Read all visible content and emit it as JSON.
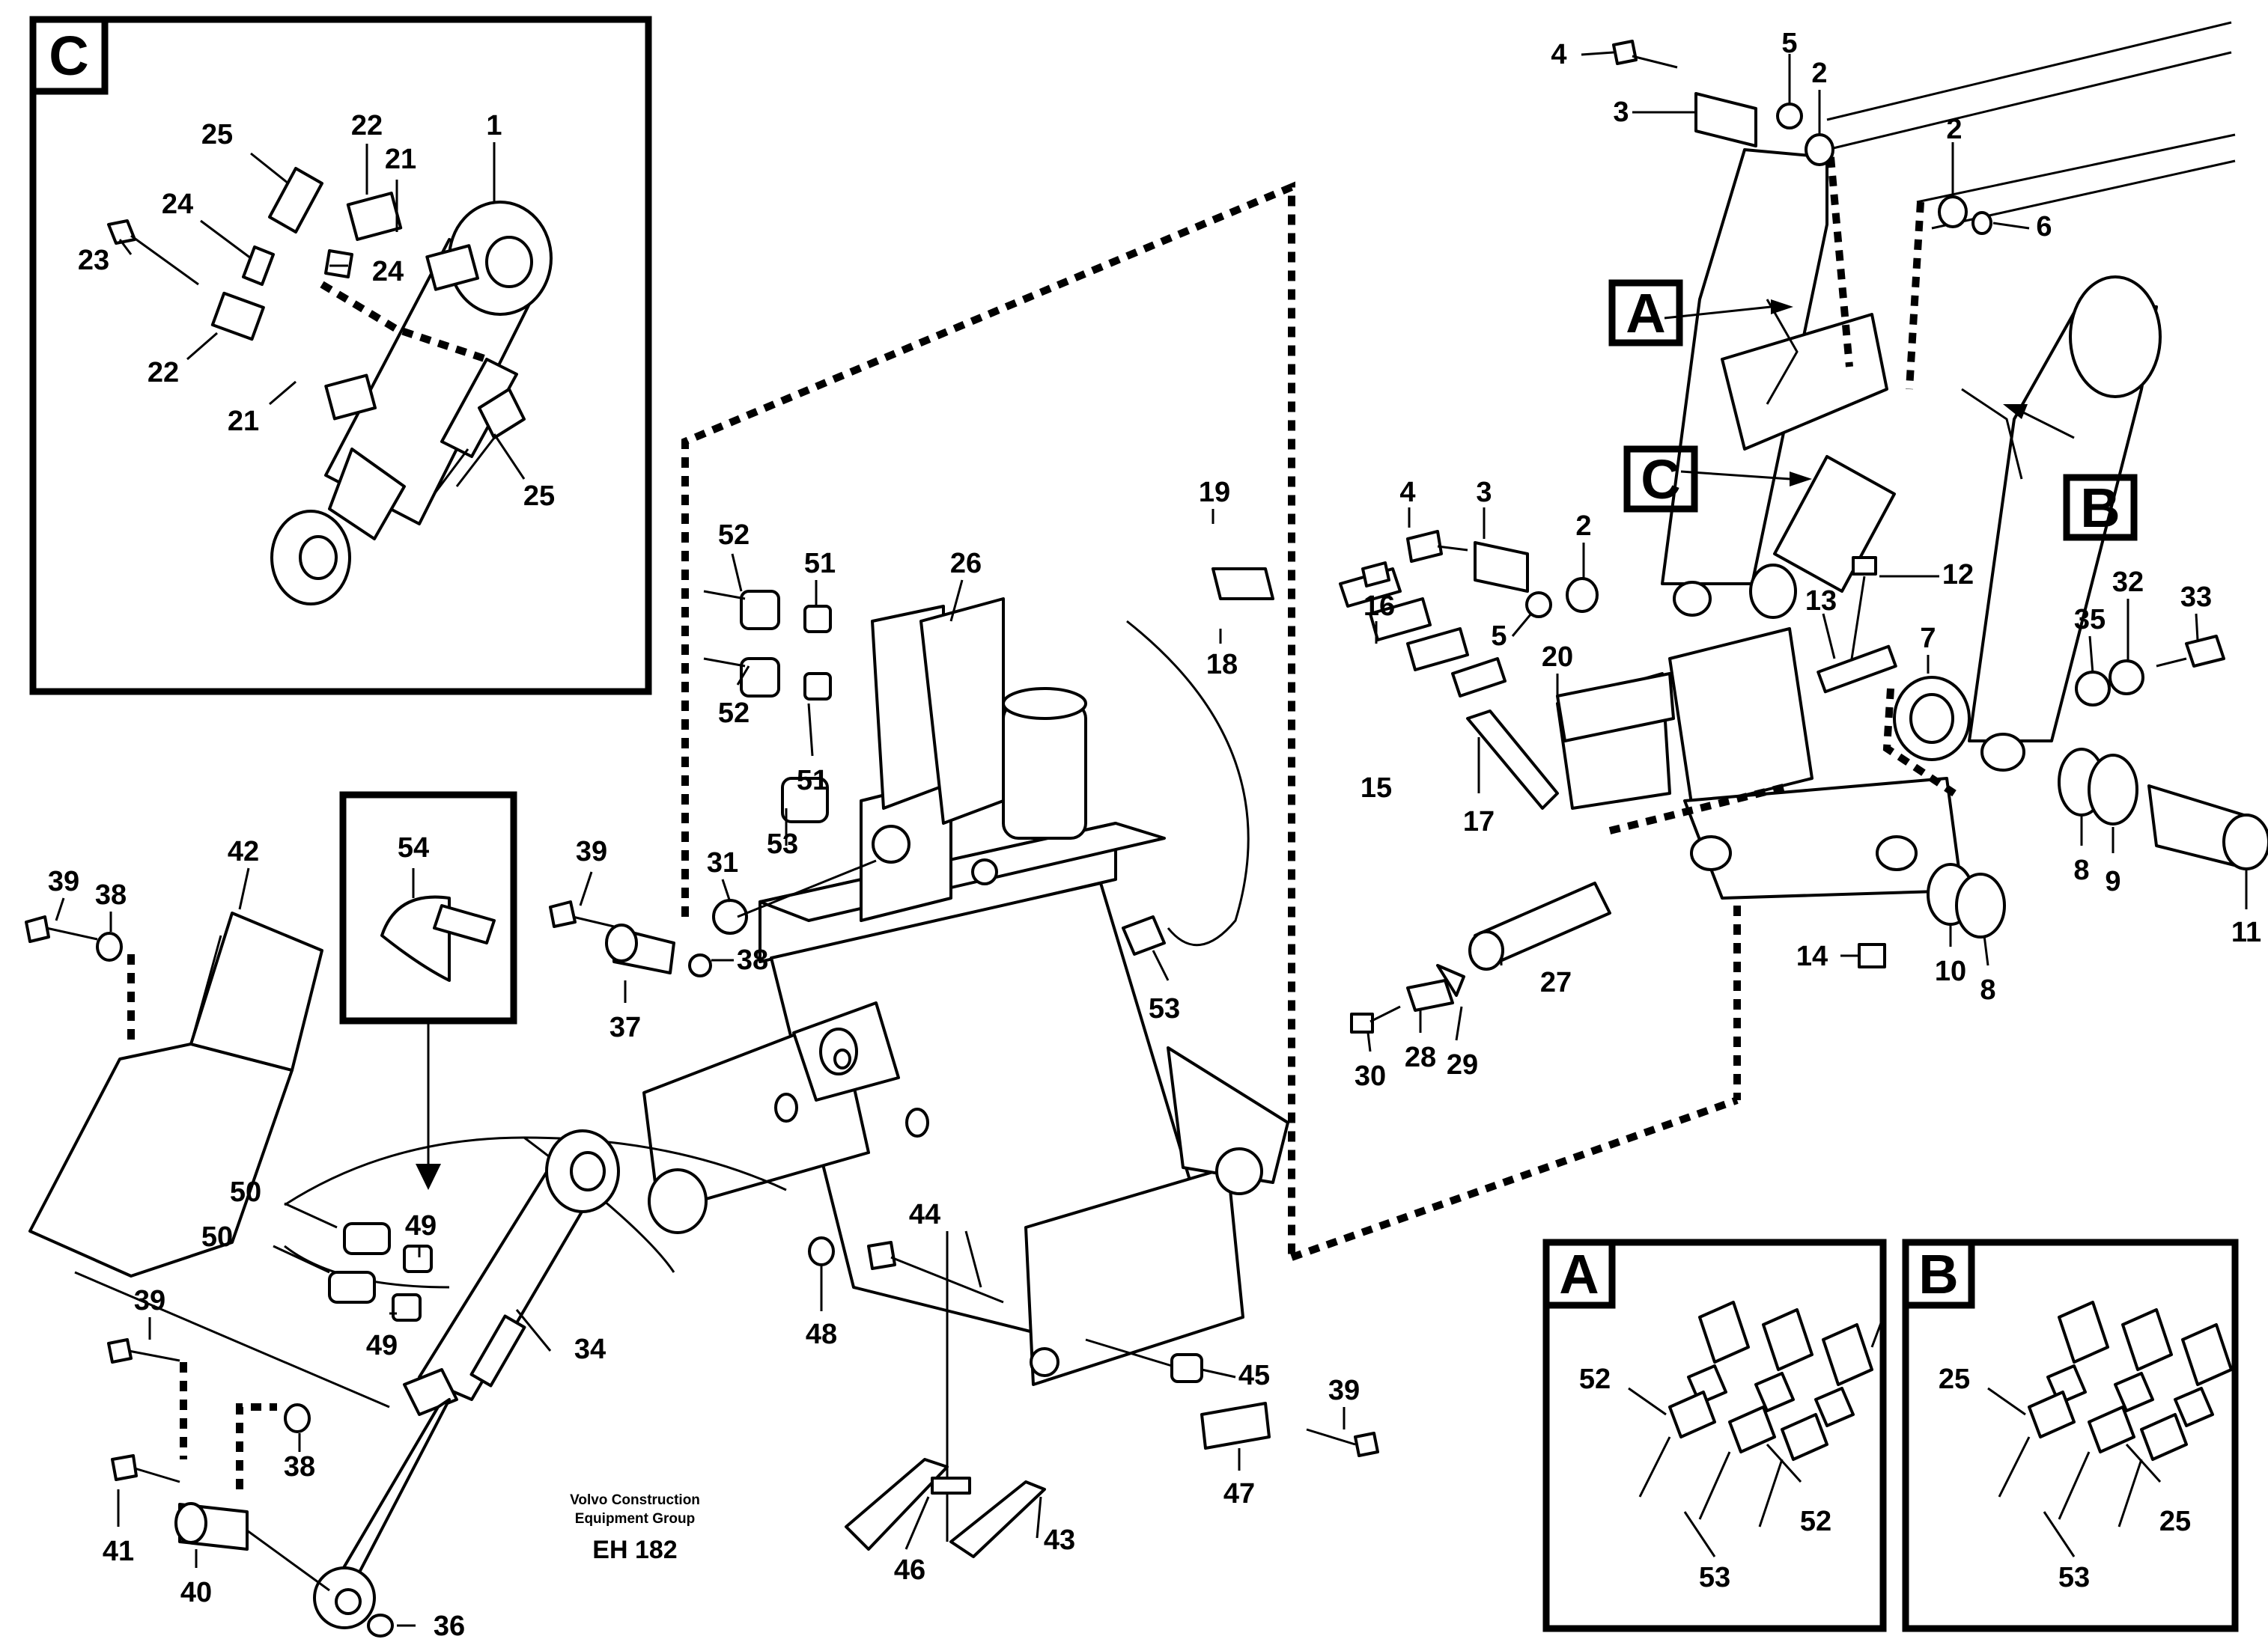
{
  "insets": {
    "C": "C",
    "A": "A",
    "B": "B"
  },
  "view_markers": {
    "A": "A",
    "B": "B",
    "C": "C"
  },
  "callouts": [
    {
      "id": "c-inset-1",
      "text": "1"
    },
    {
      "id": "c-inset-25a",
      "text": "25"
    },
    {
      "id": "c-inset-22a",
      "text": "22"
    },
    {
      "id": "c-inset-21a",
      "text": "21"
    },
    {
      "id": "c-inset-24a",
      "text": "24"
    },
    {
      "id": "c-inset-24b",
      "text": "24"
    },
    {
      "id": "c-inset-23",
      "text": "23"
    },
    {
      "id": "c-inset-22b",
      "text": "22"
    },
    {
      "id": "c-inset-21b",
      "text": "21"
    },
    {
      "id": "c-inset-25b",
      "text": "25"
    },
    {
      "id": "c-4a",
      "text": "4"
    },
    {
      "id": "c-5a",
      "text": "5"
    },
    {
      "id": "c-2a",
      "text": "2"
    },
    {
      "id": "c-3a",
      "text": "3"
    },
    {
      "id": "c-2b",
      "text": "2"
    },
    {
      "id": "c-6",
      "text": "6"
    },
    {
      "id": "c-4b",
      "text": "4"
    },
    {
      "id": "c-3b",
      "text": "3"
    },
    {
      "id": "c-2c",
      "text": "2"
    },
    {
      "id": "c-5b",
      "text": "5"
    },
    {
      "id": "c-19",
      "text": "19"
    },
    {
      "id": "c-18",
      "text": "18"
    },
    {
      "id": "c-16",
      "text": "16"
    },
    {
      "id": "c-15",
      "text": "15"
    },
    {
      "id": "c-17",
      "text": "17"
    },
    {
      "id": "c-20",
      "text": "20"
    },
    {
      "id": "c-12",
      "text": "12"
    },
    {
      "id": "c-13",
      "text": "13"
    },
    {
      "id": "c-7",
      "text": "7"
    },
    {
      "id": "c-35",
      "text": "35"
    },
    {
      "id": "c-32",
      "text": "32"
    },
    {
      "id": "c-33",
      "text": "33"
    },
    {
      "id": "c-8a",
      "text": "8"
    },
    {
      "id": "c-9",
      "text": "9"
    },
    {
      "id": "c-11",
      "text": "11"
    },
    {
      "id": "c-10",
      "text": "10"
    },
    {
      "id": "c-8b",
      "text": "8"
    },
    {
      "id": "c-14",
      "text": "14"
    },
    {
      "id": "c-27",
      "text": "27"
    },
    {
      "id": "c-29",
      "text": "29"
    },
    {
      "id": "c-28",
      "text": "28"
    },
    {
      "id": "c-30",
      "text": "30"
    },
    {
      "id": "c-52a",
      "text": "52"
    },
    {
      "id": "c-51a",
      "text": "51"
    },
    {
      "id": "c-26",
      "text": "26"
    },
    {
      "id": "c-52b",
      "text": "52"
    },
    {
      "id": "c-51b",
      "text": "51"
    },
    {
      "id": "c-53a",
      "text": "53"
    },
    {
      "id": "c-31",
      "text": "31"
    },
    {
      "id": "c-53b",
      "text": "53"
    },
    {
      "id": "c-39a",
      "text": "39"
    },
    {
      "id": "c-38a",
      "text": "38"
    },
    {
      "id": "c-37",
      "text": "37"
    },
    {
      "id": "c-54",
      "text": "54"
    },
    {
      "id": "c-42",
      "text": "42"
    },
    {
      "id": "c-39b",
      "text": "39"
    },
    {
      "id": "c-38b",
      "text": "38"
    },
    {
      "id": "c-50a",
      "text": "50"
    },
    {
      "id": "c-50b",
      "text": "50"
    },
    {
      "id": "c-49a",
      "text": "49"
    },
    {
      "id": "c-49b",
      "text": "49"
    },
    {
      "id": "c-34",
      "text": "34"
    },
    {
      "id": "c-39c",
      "text": "39"
    },
    {
      "id": "c-38c",
      "text": "38"
    },
    {
      "id": "c-41",
      "text": "41"
    },
    {
      "id": "c-40",
      "text": "40"
    },
    {
      "id": "c-36",
      "text": "36"
    },
    {
      "id": "c-44",
      "text": "44"
    },
    {
      "id": "c-48",
      "text": "48"
    },
    {
      "id": "c-45",
      "text": "45"
    },
    {
      "id": "c-39d",
      "text": "39"
    },
    {
      "id": "c-47",
      "text": "47"
    },
    {
      "id": "c-46",
      "text": "46"
    },
    {
      "id": "c-43",
      "text": "43"
    },
    {
      "id": "c-inA-52a",
      "text": "52"
    },
    {
      "id": "c-inA-52b",
      "text": "52"
    },
    {
      "id": "c-inA-53",
      "text": "53"
    },
    {
      "id": "c-inB-25a",
      "text": "25"
    },
    {
      "id": "c-inB-25b",
      "text": "25"
    },
    {
      "id": "c-inB-53",
      "text": "53"
    }
  ],
  "credit": {
    "line1": "Volvo Construction",
    "line2": "Equipment Group",
    "code": "EH 182"
  }
}
